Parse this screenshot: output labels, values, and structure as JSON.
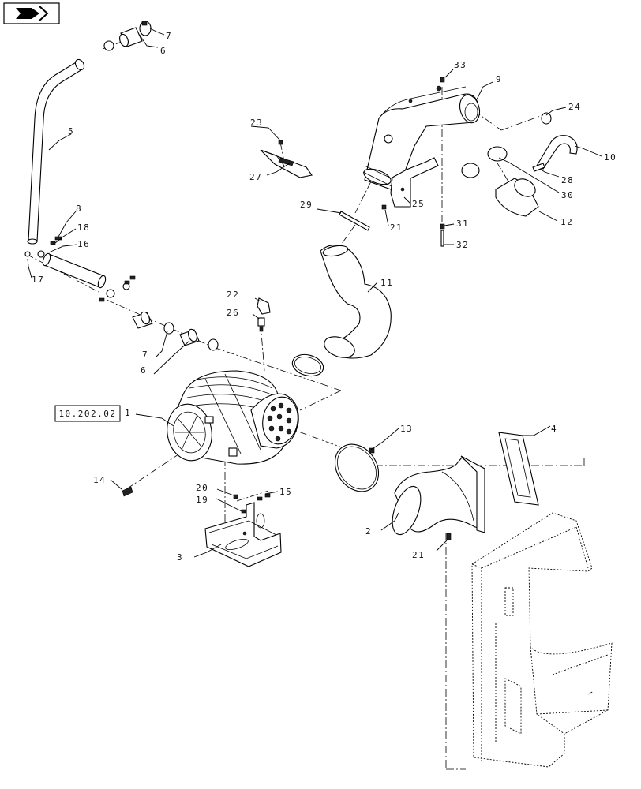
{
  "reference_box": "10.202.02",
  "callouts": {
    "c1": "1",
    "c2": "2",
    "c3": "3",
    "c4": "4",
    "c5": "5",
    "c6a": "6",
    "c6b": "6",
    "c7a": "7",
    "c7b": "7",
    "c8": "8",
    "c9": "9",
    "c10": "10",
    "c11": "11",
    "c12": "12",
    "c13": "13",
    "c14": "14",
    "c15": "15",
    "c16": "16",
    "c17": "17",
    "c18": "18",
    "c19": "19",
    "c20": "20",
    "c21a": "21",
    "c21b": "21",
    "c22": "22",
    "c23": "23",
    "c24": "24",
    "c25": "25",
    "c26": "26",
    "c27": "27",
    "c28": "28",
    "c29": "29",
    "c30": "30",
    "c31": "31",
    "c32": "32",
    "c33": "33"
  }
}
